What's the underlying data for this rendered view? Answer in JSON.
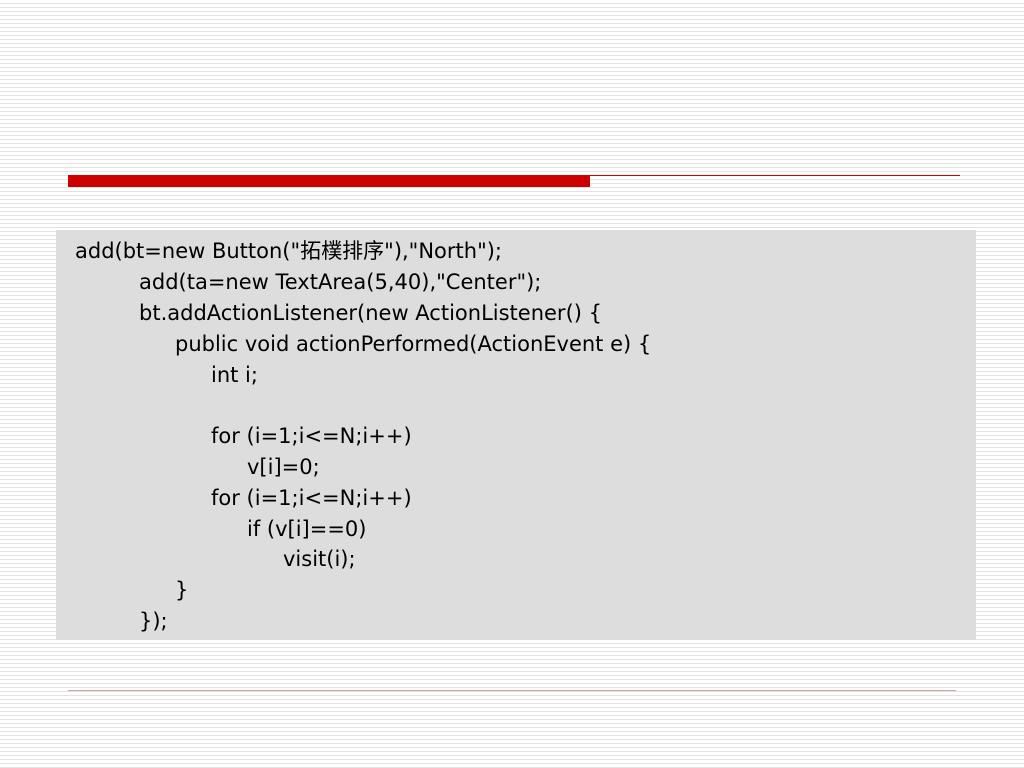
{
  "colors": {
    "accent": "#cc0000",
    "code_background": "#dddddd",
    "footer_rule": "#d9a0a0"
  },
  "code": {
    "lines": [
      "add(bt=new Button(\"拓樸排序\"),\"North\");",
      "add(ta=new TextArea(5,40),\"Center\");",
      "bt.addActionListener(new ActionListener() {",
      "public void actionPerformed(ActionEvent e) {",
      "int i;",
      "",
      "for (i=1;i<=N;i++)",
      "v[i]=0;",
      "for (i=1;i<=N;i++)",
      "if (v[i]==0)",
      "visit(i);",
      "}",
      "});"
    ]
  }
}
